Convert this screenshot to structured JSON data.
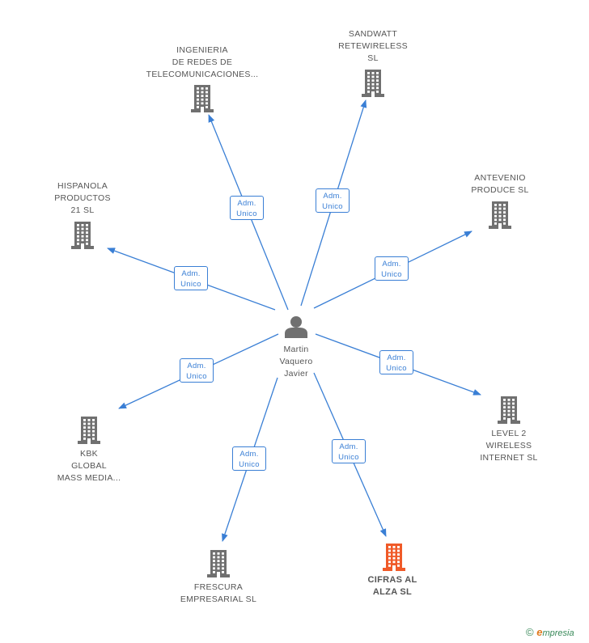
{
  "colors": {
    "edge": "#3a7fd5",
    "company_icon": "#707070",
    "focus_icon": "#f05a28",
    "person_icon": "#707070",
    "label": "#555555",
    "footer_e": "#e07a1f",
    "footer_text": "#3a8a5a"
  },
  "person": {
    "name_lines": [
      "Martin",
      "Vaquero",
      "Javier"
    ],
    "icon": "person-icon"
  },
  "companies": [
    {
      "id": "ingenieria",
      "lines": [
        "INGENIERIA",
        "DE REDES DE",
        "TELECOMUNICACIONES..."
      ],
      "focus": false
    },
    {
      "id": "sandwatt",
      "lines": [
        "SANDWATT",
        "RETEWIRELESS",
        "SL"
      ],
      "focus": false
    },
    {
      "id": "hispanola",
      "lines": [
        "HISPANOLA",
        "PRODUCTOS",
        "21 SL"
      ],
      "focus": false
    },
    {
      "id": "antevenio",
      "lines": [
        "ANTEVENIO",
        "PRODUCE SL"
      ],
      "focus": false
    },
    {
      "id": "level2",
      "lines": [
        "LEVEL 2",
        "WIRELESS",
        "INTERNET  SL"
      ],
      "focus": false
    },
    {
      "id": "kbk",
      "lines": [
        "KBK",
        "GLOBAL",
        "MASS MEDIA..."
      ],
      "focus": false
    },
    {
      "id": "frescura",
      "lines": [
        "FRESCURA",
        "EMPRESARIAL SL"
      ],
      "focus": false
    },
    {
      "id": "cifras",
      "lines": [
        "CIFRAS AL",
        "ALZA SL"
      ],
      "focus": true
    }
  ],
  "relations": [
    {
      "target": "ingenieria",
      "role_lines": [
        "Adm.",
        "Unico"
      ]
    },
    {
      "target": "sandwatt",
      "role_lines": [
        "Adm.",
        "Unico"
      ]
    },
    {
      "target": "hispanola",
      "role_lines": [
        "Adm.",
        "Unico"
      ]
    },
    {
      "target": "antevenio",
      "role_lines": [
        "Adm.",
        "Unico"
      ]
    },
    {
      "target": "level2",
      "role_lines": [
        "Adm.",
        "Unico"
      ]
    },
    {
      "target": "kbk",
      "role_lines": [
        "Adm.",
        "Unico"
      ]
    },
    {
      "target": "frescura",
      "role_lines": [
        "Adm.",
        "Unico"
      ]
    },
    {
      "target": "cifras",
      "role_lines": [
        "Adm.",
        "Unico"
      ]
    }
  ],
  "footer": {
    "copyright": "©",
    "brand_initial": "e",
    "brand_rest": "mpresia"
  }
}
